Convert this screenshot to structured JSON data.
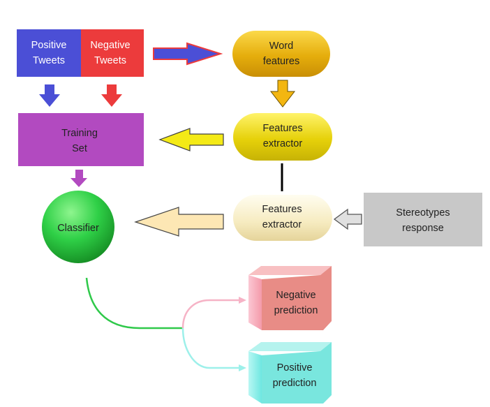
{
  "diagram": {
    "positive_tweets": [
      "Positive",
      "Tweets"
    ],
    "negative_tweets": [
      "Negative",
      "Tweets"
    ],
    "word_features": [
      "Word",
      "features"
    ],
    "features_extractor_1": [
      "Features",
      "extractor"
    ],
    "training_set": [
      "Training",
      "Set"
    ],
    "features_extractor_2": [
      "Features",
      "extractor"
    ],
    "stereotypes_response": [
      "Stereotypes",
      "response"
    ],
    "classifier": "Classifier",
    "negative_prediction": [
      "Negative",
      "prediction"
    ],
    "positive_prediction": [
      "Positive",
      "prediction"
    ]
  },
  "colors": {
    "positive_tweets": "#4b4fd6",
    "negative_tweets": "#ec3b3c",
    "word_features": "#e7b411",
    "features_extractor_1": "#e8d70a",
    "training_set": "#b24ac0",
    "features_extractor_2": "#f6ecc2",
    "stereotypes_response": "#c8c8c8",
    "classifier": "#27c23b",
    "negative_prediction": "#e88c86",
    "positive_prediction": "#79e6de"
  }
}
